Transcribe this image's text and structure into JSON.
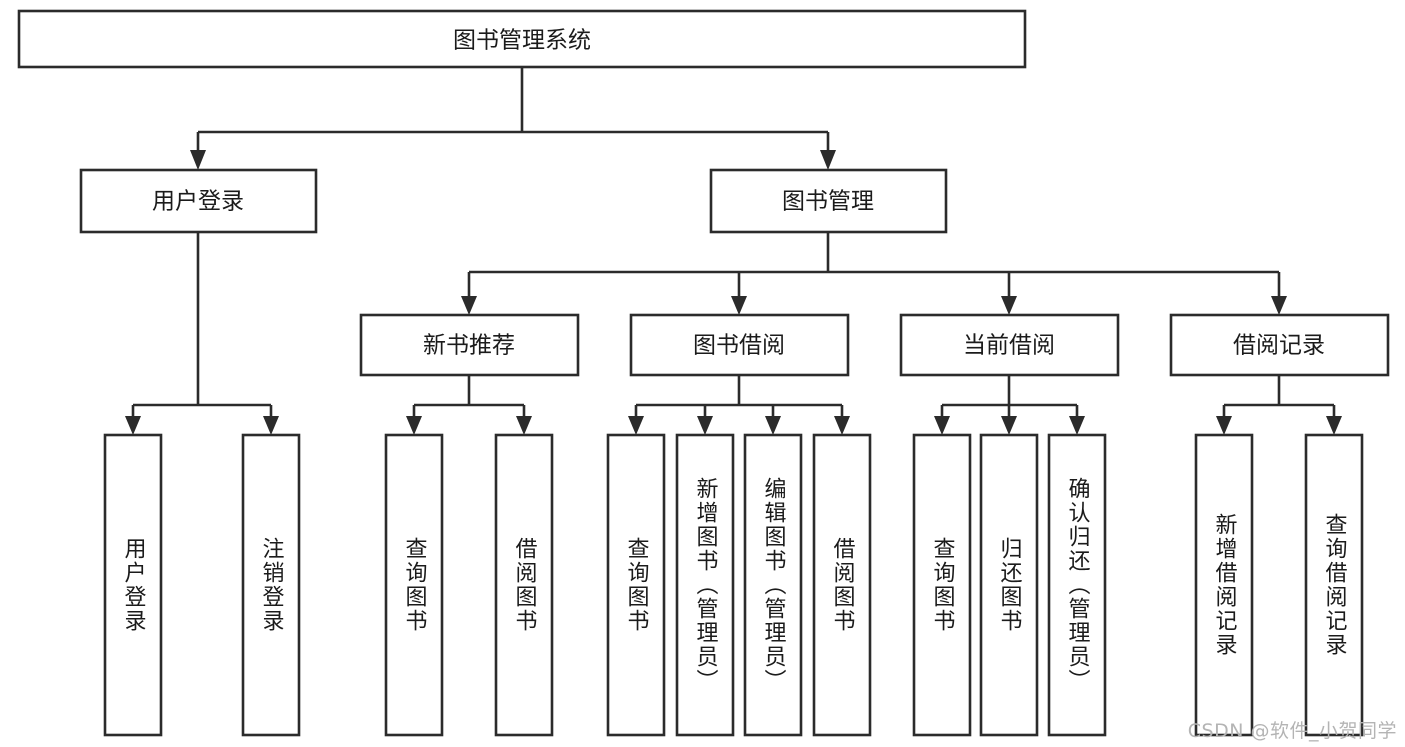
{
  "diagram": {
    "type": "tree-hierarchy-chart",
    "title": "图书管理系统",
    "background_color": "#ffffff",
    "line_color": "#2b2b2b",
    "text_color": "#1b1b1b",
    "root": {
      "label": "图书管理系统"
    },
    "level2": [
      {
        "label": "用户登录"
      },
      {
        "label": "图书管理"
      }
    ],
    "level3": [
      {
        "label": "新书推荐"
      },
      {
        "label": "图书借阅"
      },
      {
        "label": "当前借阅"
      },
      {
        "label": "借阅记录"
      }
    ],
    "leaves": {
      "user_login": [
        {
          "label": "用户登录"
        },
        {
          "label": "注销登录"
        }
      ],
      "new_book_recommend": [
        {
          "label": "查询图书"
        },
        {
          "label": "借阅图书"
        }
      ],
      "book_borrow": [
        {
          "label": "查询图书"
        },
        {
          "label": "新增图书（管理员）"
        },
        {
          "label": "编辑图书（管理员）"
        },
        {
          "label": "借阅图书"
        }
      ],
      "current_borrow": [
        {
          "label": "查询图书"
        },
        {
          "label": "归还图书"
        },
        {
          "label": "确认归还（管理员）"
        }
      ],
      "borrow_record": [
        {
          "label": "新增借阅记录"
        },
        {
          "label": "查询借阅记录"
        }
      ]
    }
  },
  "watermark": {
    "text": "CSDN @软件_小贺同学"
  }
}
